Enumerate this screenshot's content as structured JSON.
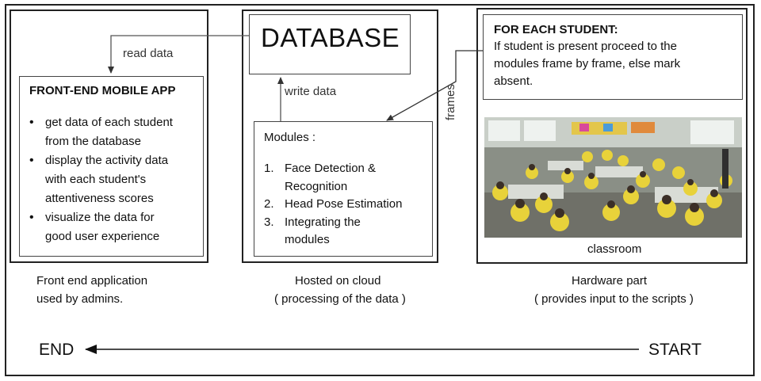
{
  "database": {
    "label": "DATABASE"
  },
  "arrows": {
    "read_data": "read data",
    "write_data": "write data",
    "frames": "frames"
  },
  "frontend": {
    "title": "FRONT-END MOBILE APP",
    "bullets": [
      "get data of each student",
      "from the database",
      "display the activity data",
      "with each student's",
      "attentiveness scores",
      "visualize the data for",
      "good user experience"
    ],
    "caption_line1": "Front end application",
    "caption_line2": "used by admins."
  },
  "modules": {
    "heading": "Modules :",
    "items": [
      {
        "num": "1.",
        "line1": "Face Detection &",
        "line2": "Recognition"
      },
      {
        "num": "2.",
        "line1": "Head Pose Estimation",
        "line2": ""
      },
      {
        "num": "3.",
        "line1": "Integrating the",
        "line2": "modules"
      }
    ],
    "caption_line1": "Hosted on cloud",
    "caption_line2": "( processing of the data )"
  },
  "student_note": {
    "title": "FOR EACH STUDENT:",
    "line1": "If student is present proceed to the",
    "line2": "modules frame by frame, else mark",
    "line3": "absent."
  },
  "photo": {
    "caption": "classroom"
  },
  "hardware": {
    "caption_line1": "Hardware part",
    "caption_line2": "( provides input to the scripts )"
  },
  "flow": {
    "end": "END",
    "start": "START"
  }
}
